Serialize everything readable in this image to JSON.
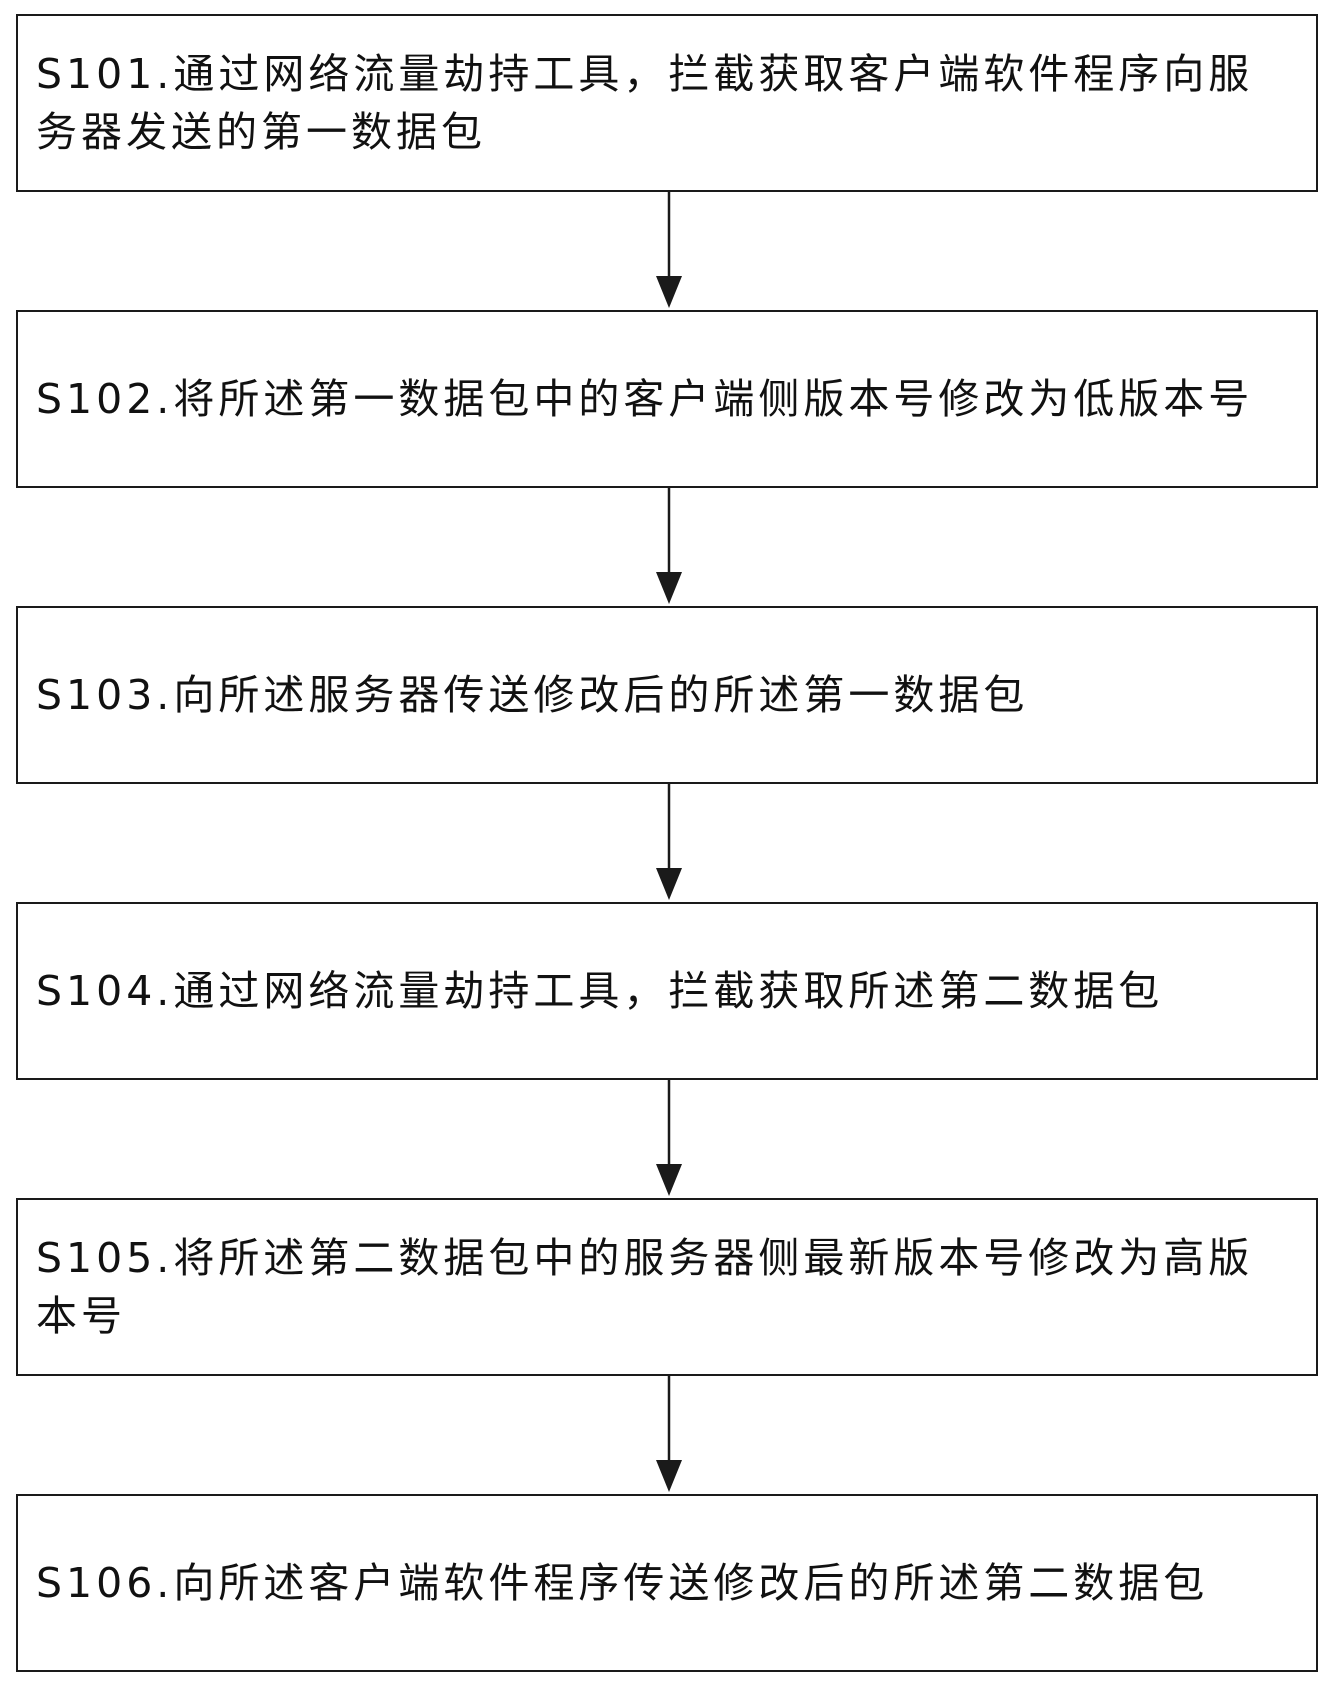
{
  "flowchart": {
    "steps": [
      {
        "text": "S101.通过网络流量劫持工具，拦截获取客户端软件程序向服务器发送的第一数据包"
      },
      {
        "text": "S102.将所述第一数据包中的客户端侧版本号修改为低版本号"
      },
      {
        "text": "S103.向所述服务器传送修改后的所述第一数据包"
      },
      {
        "text": "S104.通过网络流量劫持工具，拦截获取所述第二数据包"
      },
      {
        "text": "S105.将所述第二数据包中的服务器侧最新版本号修改为高版本号"
      },
      {
        "text": "S106.向所述客户端软件程序传送修改后的所述第二数据包"
      }
    ]
  }
}
